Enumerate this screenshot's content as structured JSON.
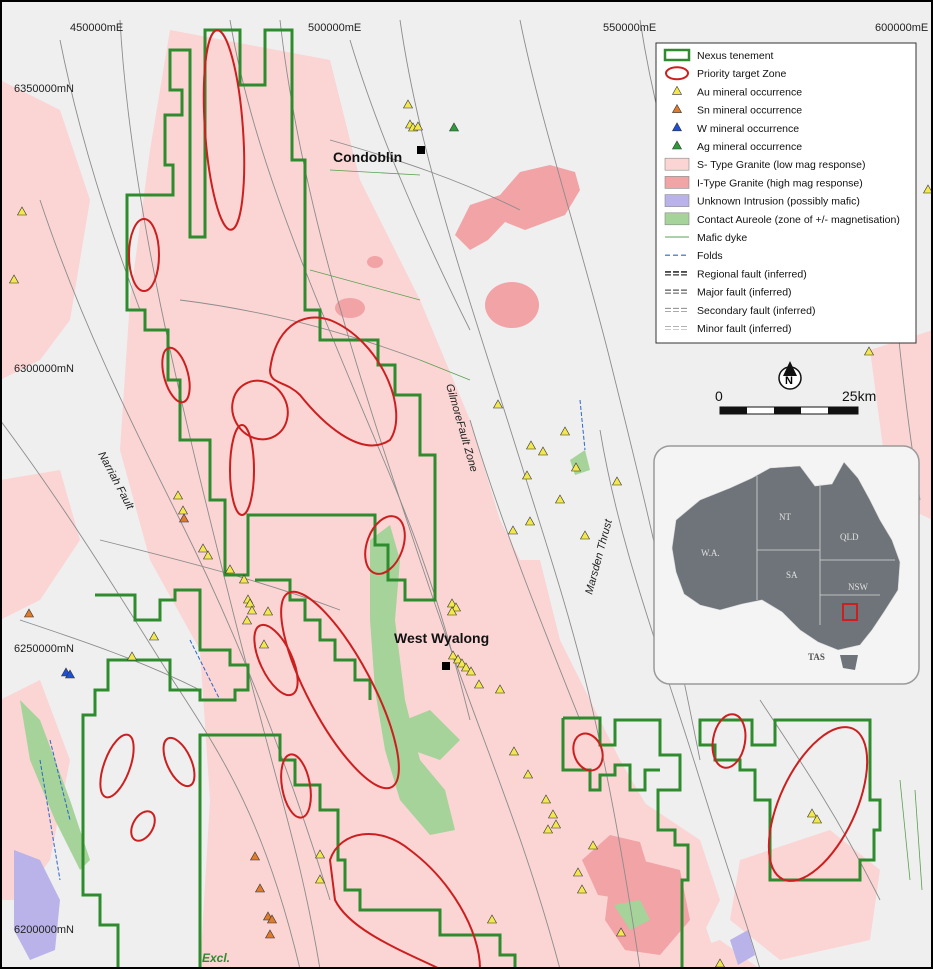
{
  "coords": {
    "easting": [
      "450000mE",
      "500000mE",
      "550000mE",
      "600000mE"
    ],
    "northing": [
      "6350000mN",
      "6300000mN",
      "6250000mN",
      "6200000mN"
    ]
  },
  "places": {
    "condoblin": "Condoblin",
    "west_wyalong": "West Wyalong"
  },
  "faults": {
    "narriah": "Narriah Fault",
    "gilmore": "GilmoreFault Zone",
    "marsden": "Marsden Thrust"
  },
  "excl": "Excl.",
  "legend": {
    "items": [
      {
        "label": "Nexus tenement",
        "symbol": "tenement",
        "color": "#2e8b2e"
      },
      {
        "label": "Priority target Zone",
        "symbol": "ellipse",
        "color": "#cc1f1f"
      },
      {
        "label": "Au mineral occurrence",
        "symbol": "triangle",
        "color": "#f2e84b"
      },
      {
        "label": "Sn mineral occurrence",
        "symbol": "triangle",
        "color": "#e07b2a"
      },
      {
        "label": "W mineral occurrence",
        "symbol": "triangle",
        "color": "#1f4fd6"
      },
      {
        "label": "Ag mineral occurrence",
        "symbol": "triangle",
        "color": "#2e9b3a"
      },
      {
        "label": "S- Type Granite (low mag response)",
        "symbol": "box",
        "color": "#fbd4d4"
      },
      {
        "label": "I-Type Granite (high mag response)",
        "symbol": "box",
        "color": "#f2a3a6"
      },
      {
        "label": "Unknown Intrusion (possibly mafic)",
        "symbol": "box",
        "color": "#b9b3ea"
      },
      {
        "label": "Contact Aureole (zone of +/- magnetisation)",
        "symbol": "box",
        "color": "#a5d39a"
      },
      {
        "label": "Mafic dyke",
        "symbol": "dyke",
        "color": "#5aa050"
      },
      {
        "label": "Folds",
        "symbol": "fold",
        "color": "#2a66c9"
      },
      {
        "label": "Regional fault (inferred)",
        "symbol": "fault-regional",
        "color": "#333333"
      },
      {
        "label": "Major fault (inferred)",
        "symbol": "fault-major",
        "color": "#555555"
      },
      {
        "label": "Secondary fault (inferred)",
        "symbol": "fault-secondary",
        "color": "#777777"
      },
      {
        "label": "Minor fault (inferred)",
        "symbol": "fault-minor",
        "color": "#999999"
      }
    ]
  },
  "north_label": "N",
  "scale": {
    "start": "0",
    "end": "25km"
  },
  "inset": {
    "states": [
      "W.A.",
      "NT",
      "QLD",
      "SA",
      "NSW",
      "TAS"
    ]
  },
  "colors": {
    "tenement": "#2e8b2e",
    "target": "#cc1f1f",
    "s_granite": "#fbd4d4",
    "i_granite": "#f2a3a6",
    "intrusion": "#b9b3ea",
    "aureole": "#a5d39a",
    "au": "#f2e84b",
    "sn": "#e07b2a",
    "w": "#1f4fd6",
    "ag": "#2e9b3a"
  }
}
